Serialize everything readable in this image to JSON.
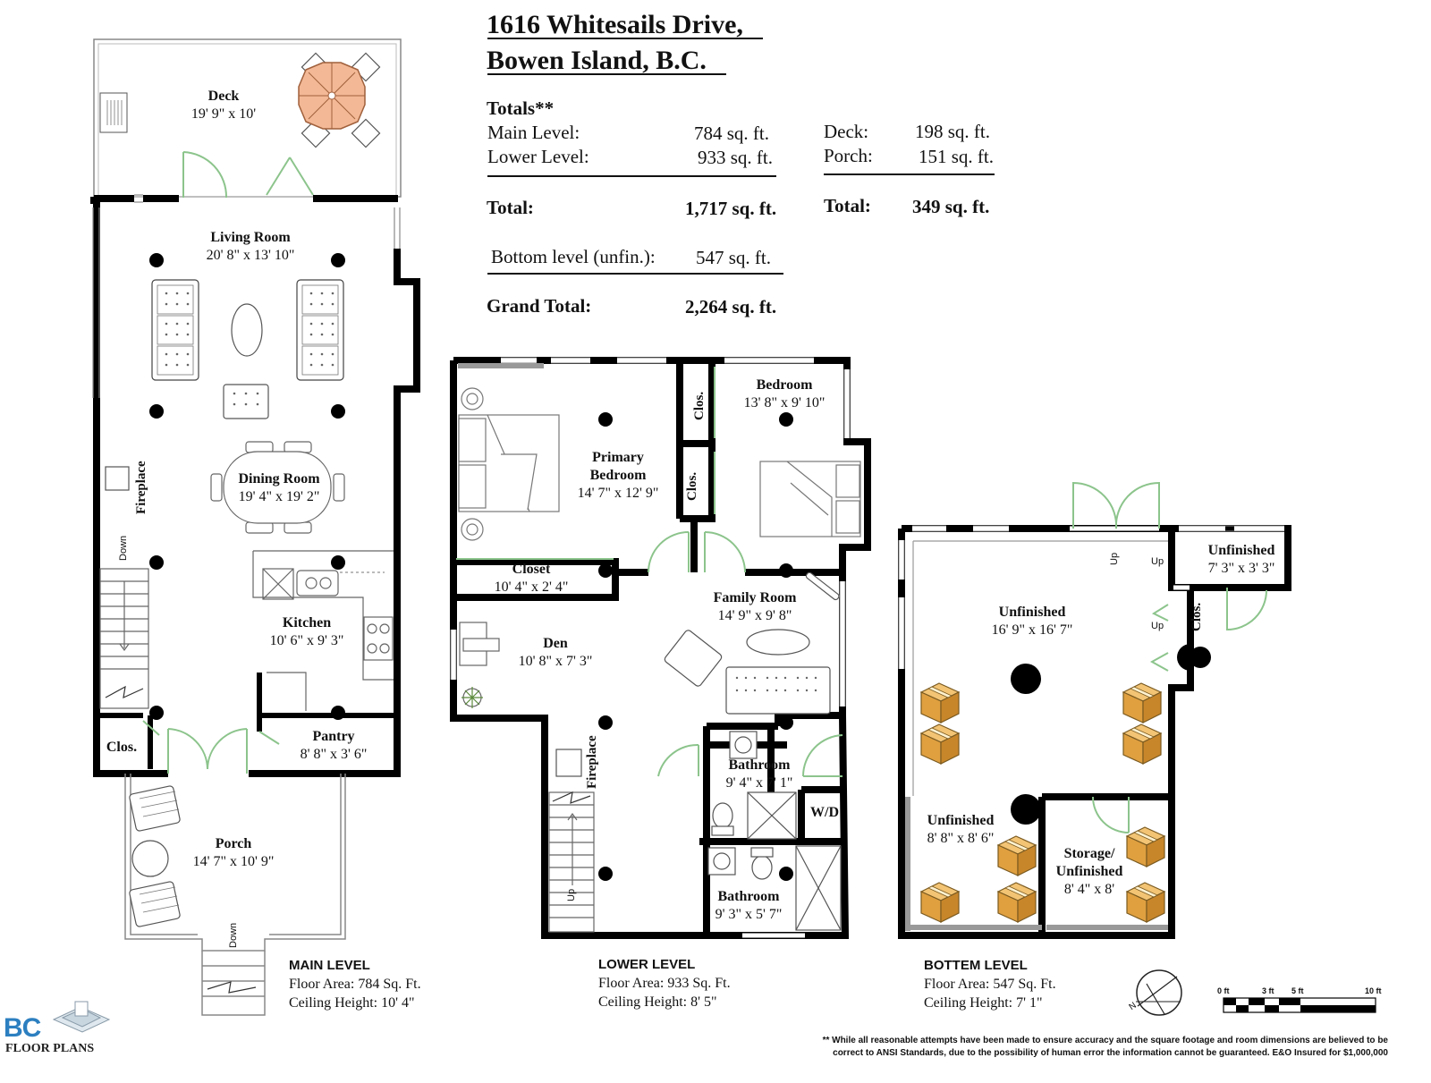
{
  "header": {
    "address_line1": "1616 Whitesails Drive,",
    "address_line2": "Bowen Island, B.C."
  },
  "totals": {
    "heading": "Totals**",
    "left": [
      {
        "label": "Main Level:",
        "value": "784 sq. ft."
      },
      {
        "label": "Lower Level:",
        "value": "933 sq. ft."
      }
    ],
    "left_total": {
      "label": "Total:",
      "value": "1,717 sq. ft."
    },
    "right": [
      {
        "label": "Deck:",
        "value": "198 sq. ft."
      },
      {
        "label": "Porch:",
        "value": "151 sq. ft."
      }
    ],
    "right_total": {
      "label": "Total:",
      "value": "349 sq. ft."
    },
    "bottom": {
      "label": "Bottom level (unfin.):",
      "value": "547 sq. ft."
    },
    "grand": {
      "label": "Grand Total:",
      "value": "2,264 sq. ft."
    }
  },
  "main_level": {
    "rooms": [
      {
        "name": "Deck",
        "dims": "19' 9\" x 10'"
      },
      {
        "name": "Living Room",
        "dims": "20' 8\" x 13' 10\""
      },
      {
        "name": "Dining Room",
        "dims": "19' 4\" x 19' 2\""
      },
      {
        "name": "Kitchen",
        "dims": "10' 6\" x 9' 3\""
      },
      {
        "name": "Pantry",
        "dims": "8' 8\" x 3' 6\""
      },
      {
        "name": "Porch",
        "dims": "14' 7\" x 10' 9\""
      }
    ],
    "clos": "Clos.",
    "fireplace": "Fireplace",
    "down1": "Down",
    "down2": "Down",
    "info": {
      "title": "MAIN LEVEL",
      "area": "Floor Area: 784 Sq. Ft.",
      "ceiling": "Ceiling Height: 10' 4\""
    }
  },
  "lower_level": {
    "rooms": [
      {
        "name": "Primary",
        "name2": "Bedroom",
        "dims": "14' 7\" x 12' 9\""
      },
      {
        "name": "Bedroom",
        "dims": "13' 8\" x 9' 10\""
      },
      {
        "name": "Closet",
        "dims": "10' 4\" x 2' 4\""
      },
      {
        "name": "Family Room",
        "dims": "14' 9\" x 9' 8\""
      },
      {
        "name": "Den",
        "dims": "10' 8\" x 7' 3\""
      },
      {
        "name": "Bathroom",
        "dims": "9' 4\" x 7' 1\""
      },
      {
        "name": "Bathroom",
        "dims": "9' 3\" x 5' 7\""
      }
    ],
    "clos1": "Clos.",
    "clos2": "Clos.",
    "wd": "W/D",
    "fireplace": "Fireplace",
    "up": "Up",
    "info": {
      "title": "LOWER LEVEL",
      "area": "Floor Area: 933 Sq. Ft.",
      "ceiling": "Ceiling Height: 8' 5\""
    }
  },
  "bottom_level": {
    "rooms": [
      {
        "name": "Unfinished",
        "dims": "16' 9\" x 16' 7\""
      },
      {
        "name": "Unfinished",
        "dims": "7' 3\" x 3' 3\""
      },
      {
        "name": "Unfinished",
        "dims": "8' 8\" x 8' 6\""
      },
      {
        "name": "Storage/",
        "name2": "Unfinished",
        "dims": "8' 4\" x 8'"
      }
    ],
    "clos": "Clos.",
    "up1": "Up",
    "up2": "Up",
    "up3": "Up",
    "info": {
      "title": "BOTTEM LEVEL",
      "area": "Floor Area: 547 Sq. Ft.",
      "ceiling": "Ceiling Height: 7' 1\""
    }
  },
  "scale": {
    "t0": "0 ft",
    "t3": "3 ft",
    "t5": "5 ft",
    "t10": "10 ft"
  },
  "compass": {
    "label": "N"
  },
  "logo": {
    "line1": "BC",
    "line2": "FLOOR PLANS"
  },
  "disclaimer": {
    "line1": "** While all reasonable attempts have been made to ensure accuracy and the square footage and room dimensions are believed to be",
    "line2": "correct to ANSI Standards, due to the possibility of human error the information cannot be guaranteed. E&O Insured for $1,000,000"
  },
  "colors": {
    "wall": "#000000",
    "door": "#9ccf9c",
    "table": "#f3b996",
    "box": "#e8a848"
  }
}
